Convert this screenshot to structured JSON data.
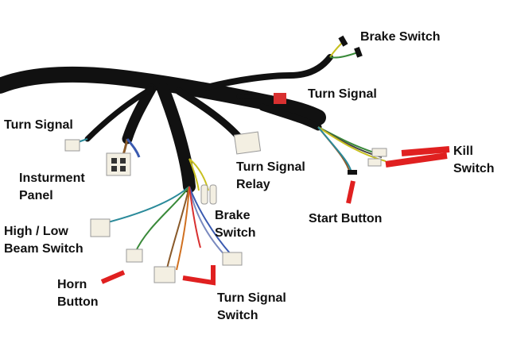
{
  "labels": {
    "brake_switch_top": "Brake Switch",
    "turn_signal_right": "Turn Signal",
    "turn_signal_left": "Turn Signal",
    "kill_switch": [
      "Kill",
      "Switch"
    ],
    "insturment_panel": [
      "Insturment",
      "Panel"
    ],
    "turn_signal_relay": [
      "Turn Signal",
      "Relay"
    ],
    "start_button": "Start Button",
    "high_low_beam_switch": [
      "High / Low",
      "Beam Switch"
    ],
    "brake_switch_bottom": [
      "Brake",
      "Switch"
    ],
    "horn_button": [
      "Horn",
      "Button"
    ],
    "turn_signal_switch": [
      "Turn Signal",
      "Switch"
    ]
  },
  "colors": {
    "sheath": "#111111",
    "pointer_red": "#e02020",
    "connector_white": "#f3efe2",
    "connector_red": "#d83030",
    "label_text": "#111111"
  }
}
